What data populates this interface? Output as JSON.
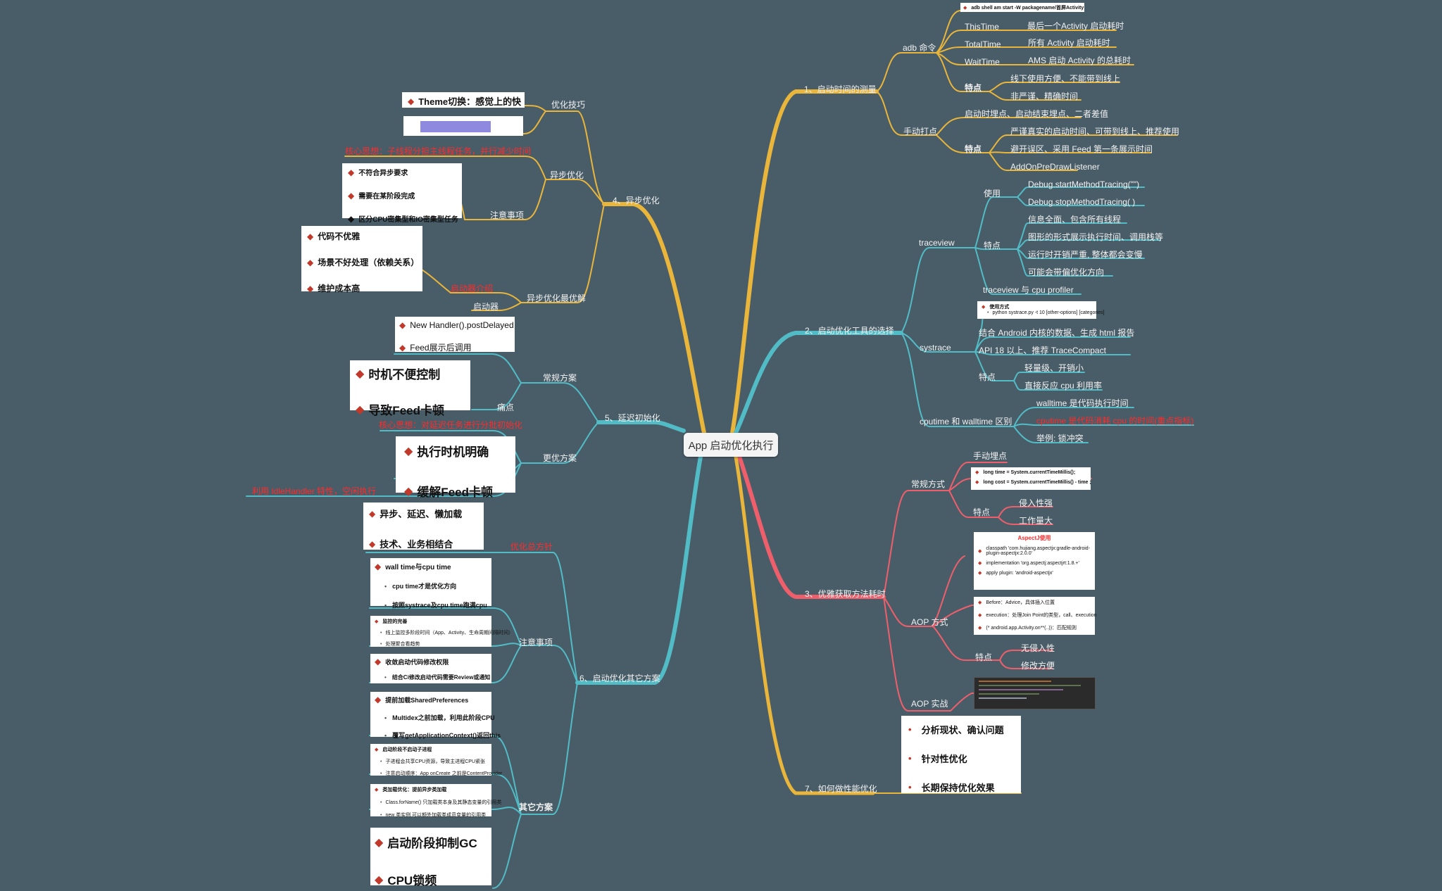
{
  "root": "App 启动优化执行",
  "colors": {
    "background": "#495d68",
    "yellow": "#e9b53a",
    "teal": "#52bcc6",
    "pink": "#ee5f6b",
    "red": "#ff2b2b"
  },
  "b1": {
    "title": "1、启动时间的测量",
    "adb": {
      "title": "adb 命令",
      "cmd": "adb shell am start -W packagename/首屏Activity",
      "thistime": {
        "k": "ThisTime",
        "v": "最后一个Activity 启动耗时"
      },
      "totaltime": {
        "k": "TotalTime",
        "v": "所有 Activity 启动耗时"
      },
      "waittime": {
        "k": "WaitTime",
        "v": "AMS 启动 Activity 的总耗时"
      },
      "feature": "特点",
      "f1": "线下使用方便、不能带到线上",
      "f2": "非严谨、精确时间"
    },
    "manual": {
      "title": "手动打点",
      "t1": "启动时埋点、启动结束埋点、二者差值",
      "feature": "特点",
      "f1": "严谨真实的启动时间、可带到线上、推荐使用",
      "f2": "避开误区、采用 Feed 第一条展示时间",
      "f3": "AddOnPreDrawListener"
    }
  },
  "b2": {
    "title": "2、启动优化工具的选择",
    "traceview": {
      "title": "traceview",
      "use": "使用",
      "u1": "Debug.startMethodTracing(\"\")",
      "u2": "Debug.stopMethodTracing( )",
      "feature": "特点",
      "f1": "信息全面、包含所有线程",
      "f2": "图形的形式展示执行时间、调用栈等",
      "f3": "运行时开销严重, 整体都会变慢",
      "f4": "可能会带偏优化方向",
      "cmp": "traceview 与 cpu profiler"
    },
    "systrace": {
      "title": "systrace",
      "card1": "使用方式",
      "card2": "python systrace.py -t 10 [other-options] [categories]",
      "s1": "结合 Android 内核的数据、生成 html 报告",
      "s2": "API 18 以上、推荐 TraceCompact",
      "feature": "特点",
      "f1": "轻量级、开销小",
      "f2": "直接反应 cpu 利用率"
    },
    "cputime": {
      "title": "cputime 和 walltime 区别",
      "c1": "walltime 是代码执行时间",
      "c2": "cputime 是代码消耗 cpu 的时间(重点指标)",
      "c3": "举例: 锁冲突"
    }
  },
  "b3": {
    "title": "3、优雅获取方法耗时",
    "normal": {
      "title": "常规方式",
      "t1": "手动埋点",
      "code1": "long time = System.currentTimeMillis();",
      "code2": "long cost = System.currentTimeMillis() - time ;",
      "feature": "特点",
      "f1": "侵入性强",
      "f2": "工作量大"
    },
    "aop": {
      "title": "AOP 方式",
      "aspectj_title": "AspectJ使用",
      "a1": "classpath 'com.hujiang.aspectjx:gradle-android-plugin-aspectjx:2.0.0'",
      "a2": "implementation 'org.aspectj:aspectjrt:1.8.+'",
      "a3": "apply plugin: 'android-aspectjx'",
      "p1": "Before：Advice，具体插入位置",
      "p2": "execution：处理Join Point的类型，call、execution",
      "p3": "(* android.app.Activity.on**(..))：匹配规则",
      "feature": "特点",
      "f1": "无侵入性",
      "f2": "修改方便"
    },
    "practice": "AOP 实战"
  },
  "b4": {
    "title": "4、异步优化",
    "tips": "优化技巧",
    "theme": "Theme切换：感觉上的快",
    "async": "异步优化",
    "core": "核心思想：子线程分担主线程任务，并行减少时间",
    "notice": "注意事项",
    "n1": "不符合异步要求",
    "n2": "需要在某阶段完成",
    "n3": "区分CPU密集型和IO密集型任务",
    "best": "异步优化最优解",
    "p1": "代码不优雅",
    "p2": "场景不好处理（依赖关系）",
    "p3": "维护成本高",
    "launcher_red": "启动器介绍",
    "launcher": "启动器"
  },
  "b5": {
    "title": "5、延迟初始化",
    "normal": "常规方案",
    "n1": "New Handler().postDelayed",
    "n2": "Feed展示后调用",
    "pain": "痛点",
    "p1": "时机不便控制",
    "p2": "导致Feed卡顿",
    "better": "更优方案",
    "core": "核心思想：对延迟任务进行分批初始化",
    "b1": "执行时机明确",
    "b2": "缓解Feed卡顿",
    "idle": "利用 IdleHandler 特性，空闲执行"
  },
  "b6": {
    "title": "6、启动优化其它方案",
    "guide": "优化总方针",
    "g1": "异步、延迟、懒加载",
    "g2": "技术、业务相结合",
    "notice": "注意事项",
    "w_title": "wall time与cpu time",
    "w1": "cpu time才是优化方向",
    "w2": "按照systrace及cpu time跑满cpu",
    "m_title": "监控的完善",
    "m1": "线上监控多阶段时间（App、Activity、生命周期间隔时间）",
    "m2": "处理聚合看趋势",
    "c_title": "收敛启动代码修改权限",
    "c1": "结合Ci修改启动代码需要Review或通知",
    "other": "其它方案",
    "sp_title": "提前加载SharedPreferences",
    "sp1": "Multidex之前加载，利用此阶段CPU",
    "sp2": "覆写getApplicationContext()返回this",
    "pr_title": "启动阶段不启动子进程",
    "pr1": "子进程会共享CPU资源，导致主进程CPU紧张",
    "pr2": "注意启动顺序：App onCreate 之前是ContentProvider",
    "cl_title": "类加载优化：提前异步类加载",
    "cl1": "Class.forName() 只加载类本身及其静态变量的引用类",
    "cl2": "new 类实例 可以额外加载类成员变量的引用类",
    "gc": "启动阶段抑制GC",
    "cpu": "CPU锁频"
  },
  "b7": {
    "title": "7、如何做性能优化",
    "p1": "分析现状、确认问题",
    "p2": "针对性优化",
    "p3": "长期保持优化效果"
  }
}
